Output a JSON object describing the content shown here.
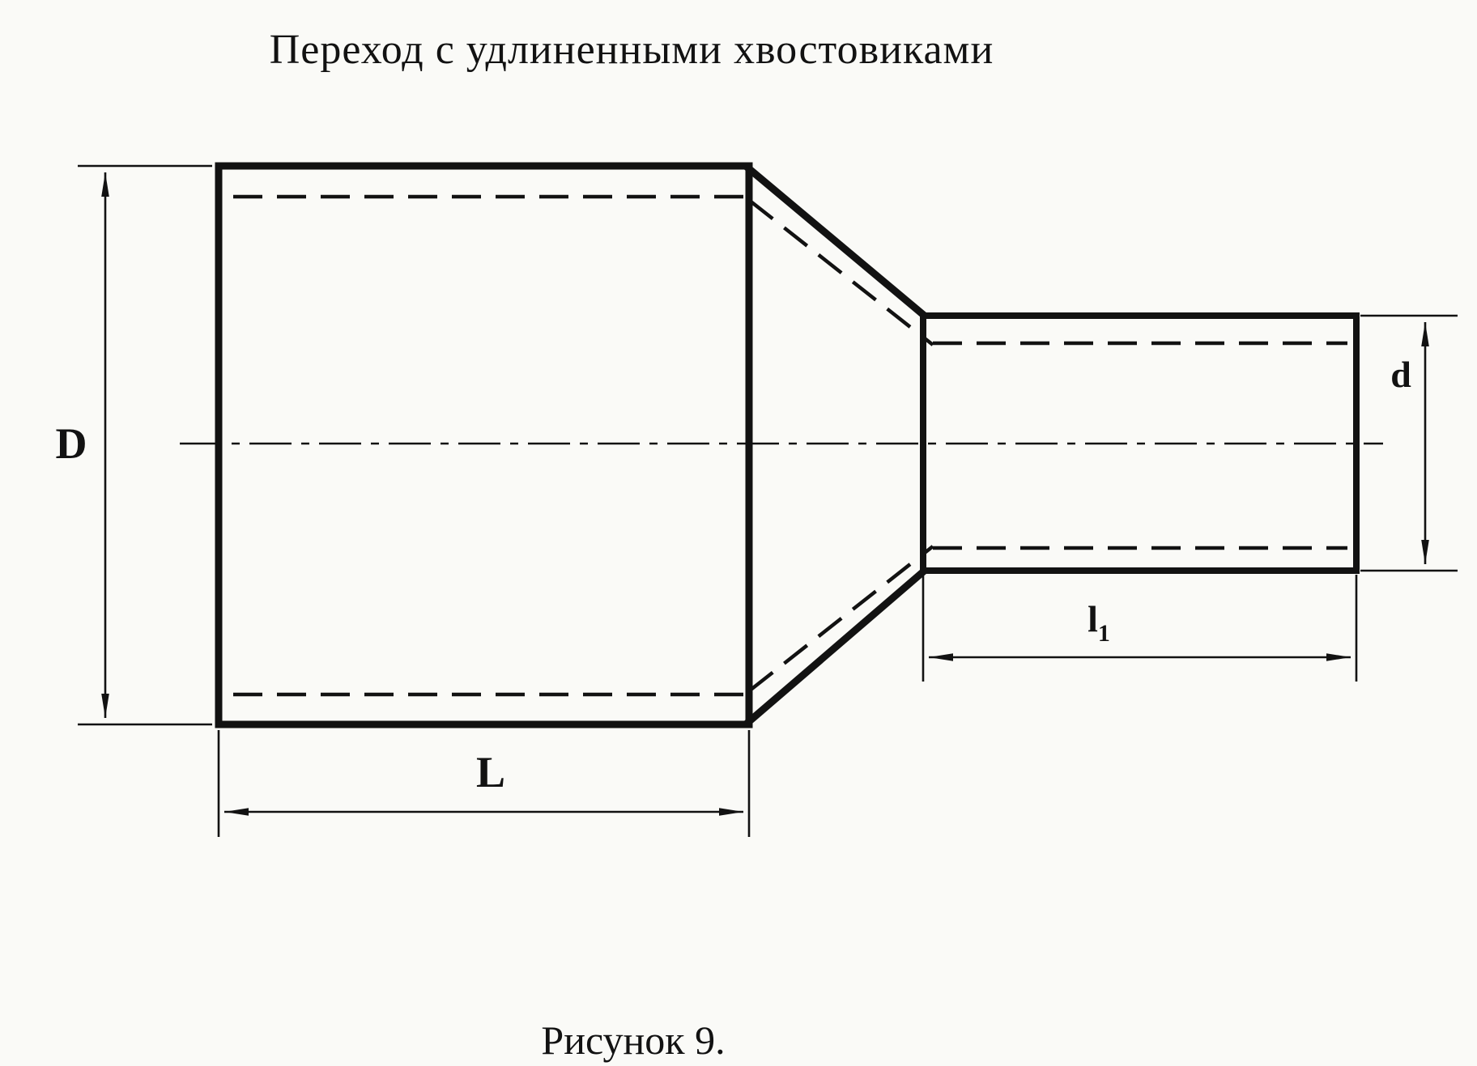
{
  "title": "Переход с удлиненными хвостовиками",
  "caption": "Рисунок 9.",
  "dimensions": {
    "outer_diameter_label": "D",
    "inner_diameter_label": "d",
    "body_length_label": "L",
    "tail_length_label": "l",
    "tail_length_subscript": "1"
  },
  "colors": {
    "ink": "#121212",
    "paper": "#fafaf7"
  }
}
